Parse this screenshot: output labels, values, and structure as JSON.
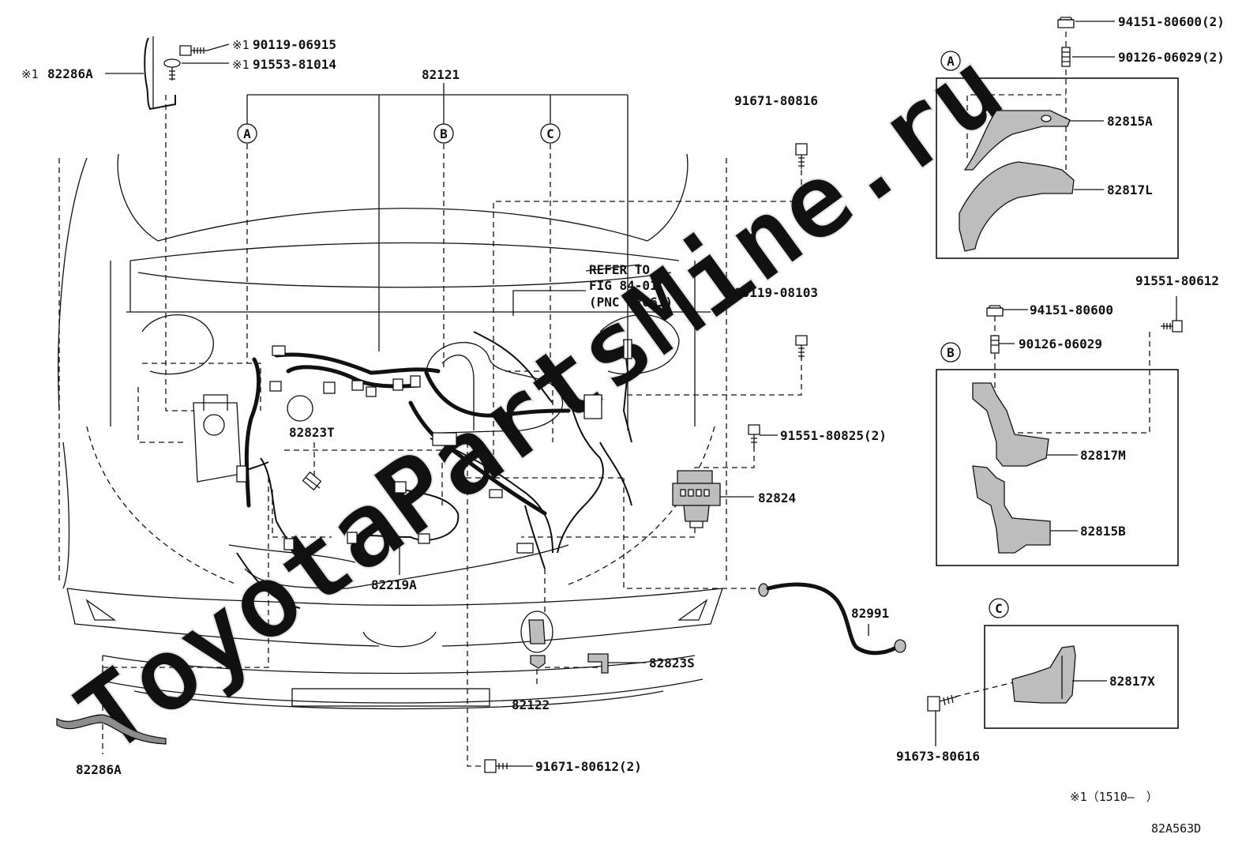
{
  "watermark": "ToyotaPartsMine.ru",
  "diagram_code": "82A563D",
  "footnote": "※1（1510–　）",
  "refer_note": [
    "REFER TO",
    "FIG 84-01",
    "(PNC 82661)"
  ],
  "views": {
    "a": "A",
    "b": "B",
    "c": "C"
  },
  "parts": {
    "p82286A_top": "82286A",
    "p82286A_mark": "※1",
    "p90119_06915": "90119-06915",
    "p91553_81014": "91553-81014",
    "mark1": "※1",
    "mark2": "※1",
    "p82121": "82121",
    "p91671_80816": "91671-80816",
    "p90119_08103": "90119-08103",
    "p91551_80825": "91551-80825(2)",
    "p82824": "82824",
    "p82823T": "82823T",
    "p82219A": "82219A",
    "p82991": "82991",
    "p82823S": "82823S",
    "p82122": "82122",
    "p91671_80612": "91671-80612(2)",
    "p82286A_bottom": "82286A",
    "p94151_80600_2": "94151-80600(2)",
    "p90126_06029_2": "90126-06029(2)",
    "p82815A": "82815A",
    "p82817L": "82817L",
    "p91551_80612": "91551-80612",
    "p94151_80600": "94151-80600",
    "p90126_06029": "90126-06029",
    "p82817M": "82817M",
    "p82815B": "82815B",
    "p82817X": "82817X",
    "p91673_80616": "91673-80616"
  }
}
